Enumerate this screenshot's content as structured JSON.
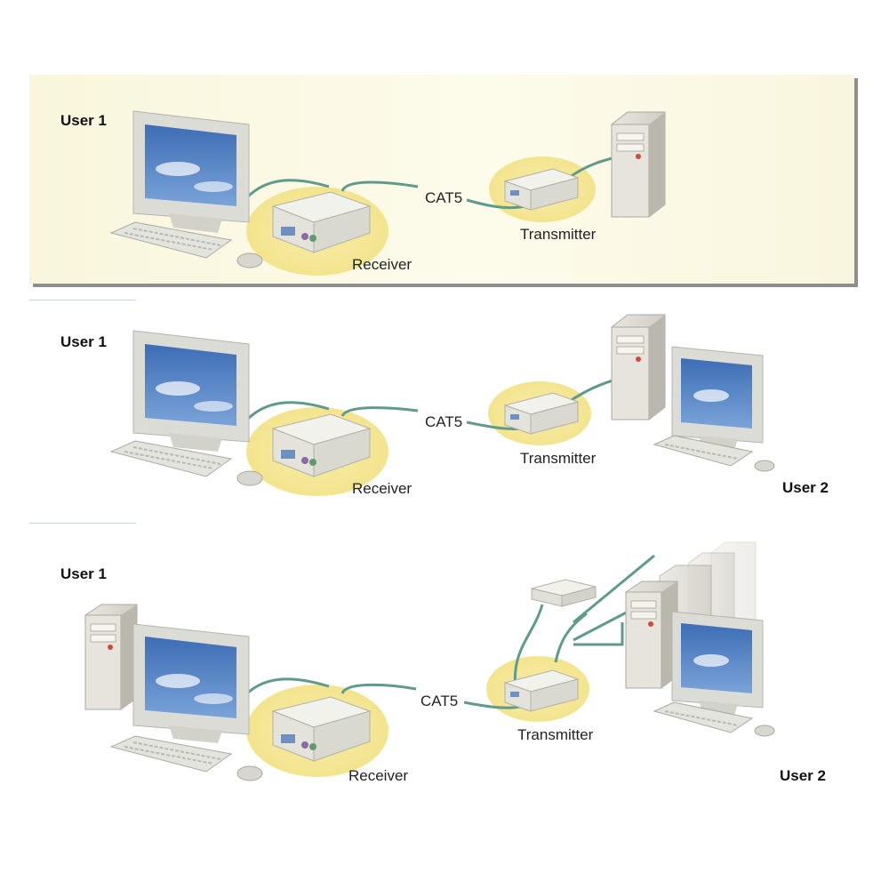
{
  "panels": [
    {
      "user1": "User 1",
      "cable": "CAT5",
      "receiver": "Receiver",
      "transmitter": "Transmitter"
    },
    {
      "user1": "User 1",
      "cable": "CAT5",
      "receiver": "Receiver",
      "transmitter": "Transmitter",
      "user2": "User 2"
    },
    {
      "user1": "User 1",
      "cable": "CAT5",
      "receiver": "Receiver",
      "transmitter": "Transmitter",
      "user2": "User 2"
    }
  ],
  "colors": {
    "panel_bg": "#fbf8e4",
    "glow": "#f4e9a0",
    "cable": "#5f9b8c",
    "screen": "#4f7fc4",
    "device": "#e9e9e3"
  }
}
